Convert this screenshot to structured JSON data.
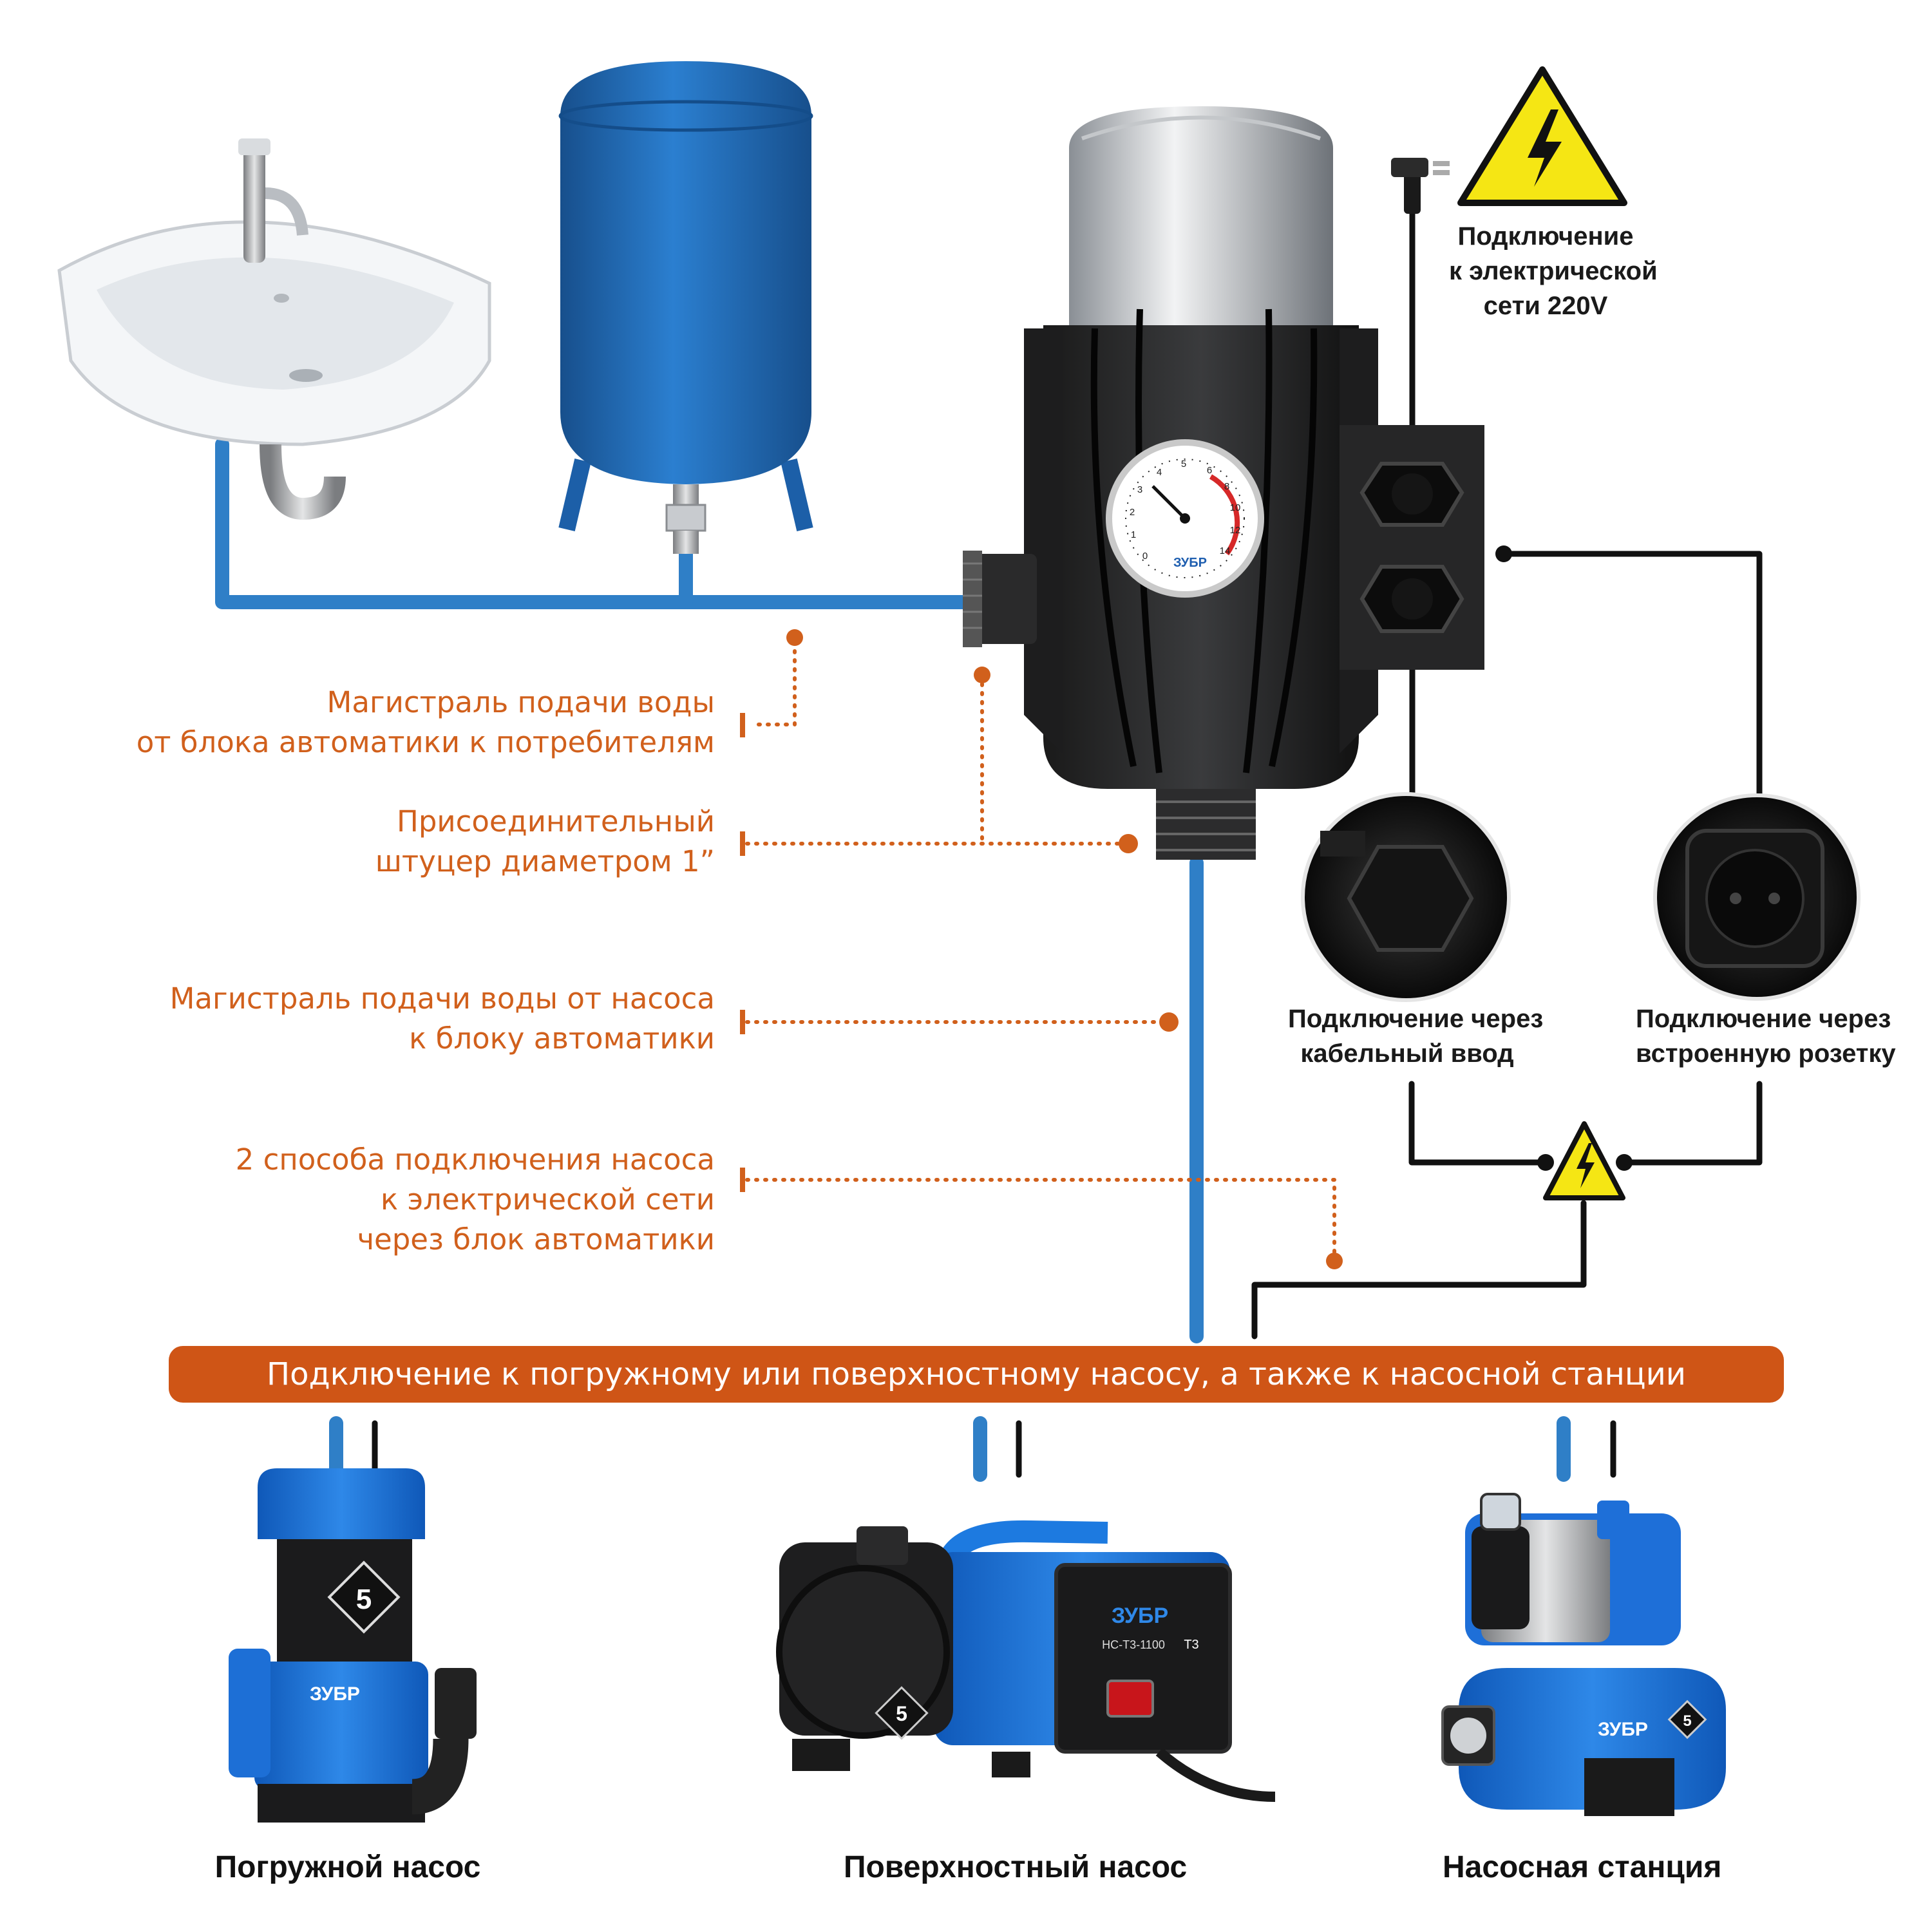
{
  "labels": {
    "consumer_line": [
      "Магистраль подачи воды",
      "от блока автоматики к потребителям"
    ],
    "fitting": [
      "Присоединительный",
      "штуцер диаметром 1”"
    ],
    "pump_line": [
      "Магистраль подачи воды от насоса",
      "к блоку автоматики"
    ],
    "two_ways": [
      "2 способа подключения насоса",
      "к электрической сети",
      "через блок автоматики"
    ]
  },
  "power": [
    "Подключение",
    "к электрической",
    "сети 220V"
  ],
  "cable_gland": [
    "Подключение через",
    "кабельный ввод"
  ],
  "socket": [
    "Подключение через",
    "встроенную розетку"
  ],
  "banner": "Подключение к погружному или поверхностному насосу, а также к насосной станции",
  "products": {
    "submersible": "Погружной насос",
    "surface": "Поверхностный насос",
    "station": "Насосная станция"
  },
  "gauge": {
    "ticks": [
      "0",
      "1",
      "2",
      "3",
      "4",
      "5",
      "6",
      "8",
      "10",
      "12",
      "14"
    ],
    "brand": "ЗУБР"
  },
  "pump_brand": "ЗУБР",
  "pump_model": "НС-Т3-1100",
  "pump_class": "Т3",
  "warranty": "5",
  "colors": {
    "pipe": "#2f7fc7",
    "accent": "#d1601c",
    "banner": "#cf5516",
    "cable": "#111111",
    "warning": "#f5e614",
    "tank": "#1f6fbd"
  }
}
